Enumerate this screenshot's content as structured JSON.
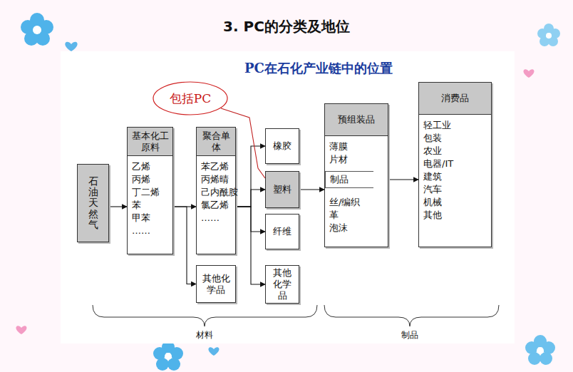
{
  "diagram": {
    "title": "3. PC的分类及地位",
    "nodes": [
      {
        "text": [
          "石油天然气"
        ]
      },
      {
        "text": [
          "基本化工原料",
          "乙烯 丙烯 丁二烯 苯 甲苯 ……"
        ]
      },
      {
        "text": [
          "聚合单体",
          "苯乙烯 丙烯晴 己内酰胺 氯乙烯 ……"
        ]
      },
      {
        "text": [
          "其他化学品"
        ]
      },
      {
        "text": [
          "橡胶"
        ]
      },
      {
        "text": [
          "塑料"
        ]
      },
      {
        "text": [
          "纤维"
        ]
      },
      {
        "text": [
          "其他化学品"
        ]
      },
      {
        "text": [
          "预组装品",
          "薄膜 片材",
          "丝/编织 革 泡沫"
        ]
      },
      {
        "text": [
          "制品"
        ],
        "in": 8
      },
      {
        "text": [
          "消费品",
          "轻工业 包装 农业 电器/IT 建筑 汽车 机械 其他"
        ]
      },
      {
        "text": [
          "包括PC"
        ]
      }
    ],
    "edges": [
      {
        "from": 0,
        "to": 1,
        "arrow": "to"
      },
      {
        "from": 1,
        "to": 2,
        "arrow": "to"
      },
      {
        "from": 1,
        "to": 3,
        "arrow": "to"
      },
      {
        "from": 2,
        "to": 4,
        "arrow": "to"
      },
      {
        "from": 2,
        "to": 5,
        "arrow": "to"
      },
      {
        "from": 2,
        "to": 6,
        "arrow": "to"
      },
      {
        "from": 2,
        "to": 7,
        "arrow": "to"
      },
      {
        "from": 5,
        "to": 8,
        "arrow": "to"
      },
      {
        "from": 9,
        "to": 10,
        "arrow": "to"
      },
      {
        "from": 11,
        "to": 5,
        "arrow": "none"
      }
    ],
    "labels": [
      "PC在石化产业链中的位置",
      "材料",
      "制品"
    ]
  }
}
